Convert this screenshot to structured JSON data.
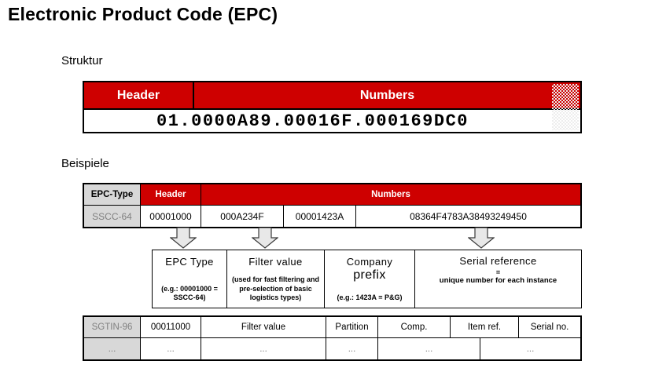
{
  "title": "Electronic Product Code (EPC)",
  "struktur": {
    "heading": "Struktur",
    "columns": [
      "Header",
      "Numbers"
    ],
    "value": "01.0000A89.00016F.000169DC0"
  },
  "beispiele": {
    "heading": "Beispiele",
    "columns": [
      "EPC-Type",
      "Header",
      "Numbers"
    ],
    "sscc_row": [
      "SSCC-64",
      "00001000",
      "000A234F",
      "00001423A",
      "08364F4783A38493249450"
    ],
    "boxes": [
      {
        "title": "EPC Type",
        "note": "(e.g.: 00001000 = SSCC-64)"
      },
      {
        "title": "Filter value",
        "note": "(used for fast filtering and pre-selection of basic logistics types)"
      },
      {
        "title": "Company",
        "title2": "prefix",
        "note": "(e.g.: 1423A = P&G)"
      },
      {
        "title": "Serial reference",
        "equals": "=",
        "note": "unique number for each instance"
      }
    ],
    "sgtin_row": [
      "SGTIN-96",
      "00011000",
      "Filter value",
      "Partition",
      "Comp.",
      "Item ref.",
      "Serial no."
    ],
    "dots_row": [
      "...",
      "...",
      "...",
      "...",
      "...",
      "..."
    ]
  },
  "colors": {
    "red": "#CE0000",
    "cell_gray": "#D8D8D8",
    "muted_text": "#808080",
    "arrow_fill": "#E8E8E8"
  }
}
